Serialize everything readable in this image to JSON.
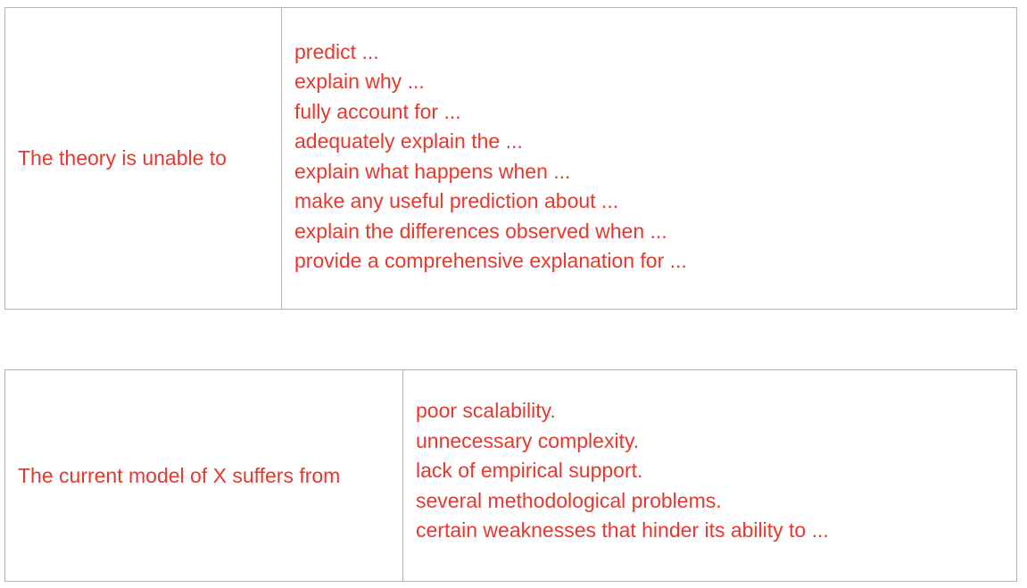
{
  "colors": {
    "text": "#e8382e",
    "border": "#b3b3b3"
  },
  "tables": [
    {
      "lead": "The theory is unable to",
      "items": [
        "predict ...",
        "explain why ...",
        "fully account for ...",
        "adequately explain the ...",
        "explain what happens when ...",
        "make any useful prediction about ...",
        "explain the differences observed when ...",
        "provide a comprehensive explanation for ..."
      ]
    },
    {
      "lead": "The current model of X suffers from",
      "items": [
        "poor scalability.",
        "unnecessary complexity.",
        "lack of empirical support.",
        "several methodological problems.",
        "certain weaknesses that hinder its ability to  ..."
      ]
    }
  ]
}
